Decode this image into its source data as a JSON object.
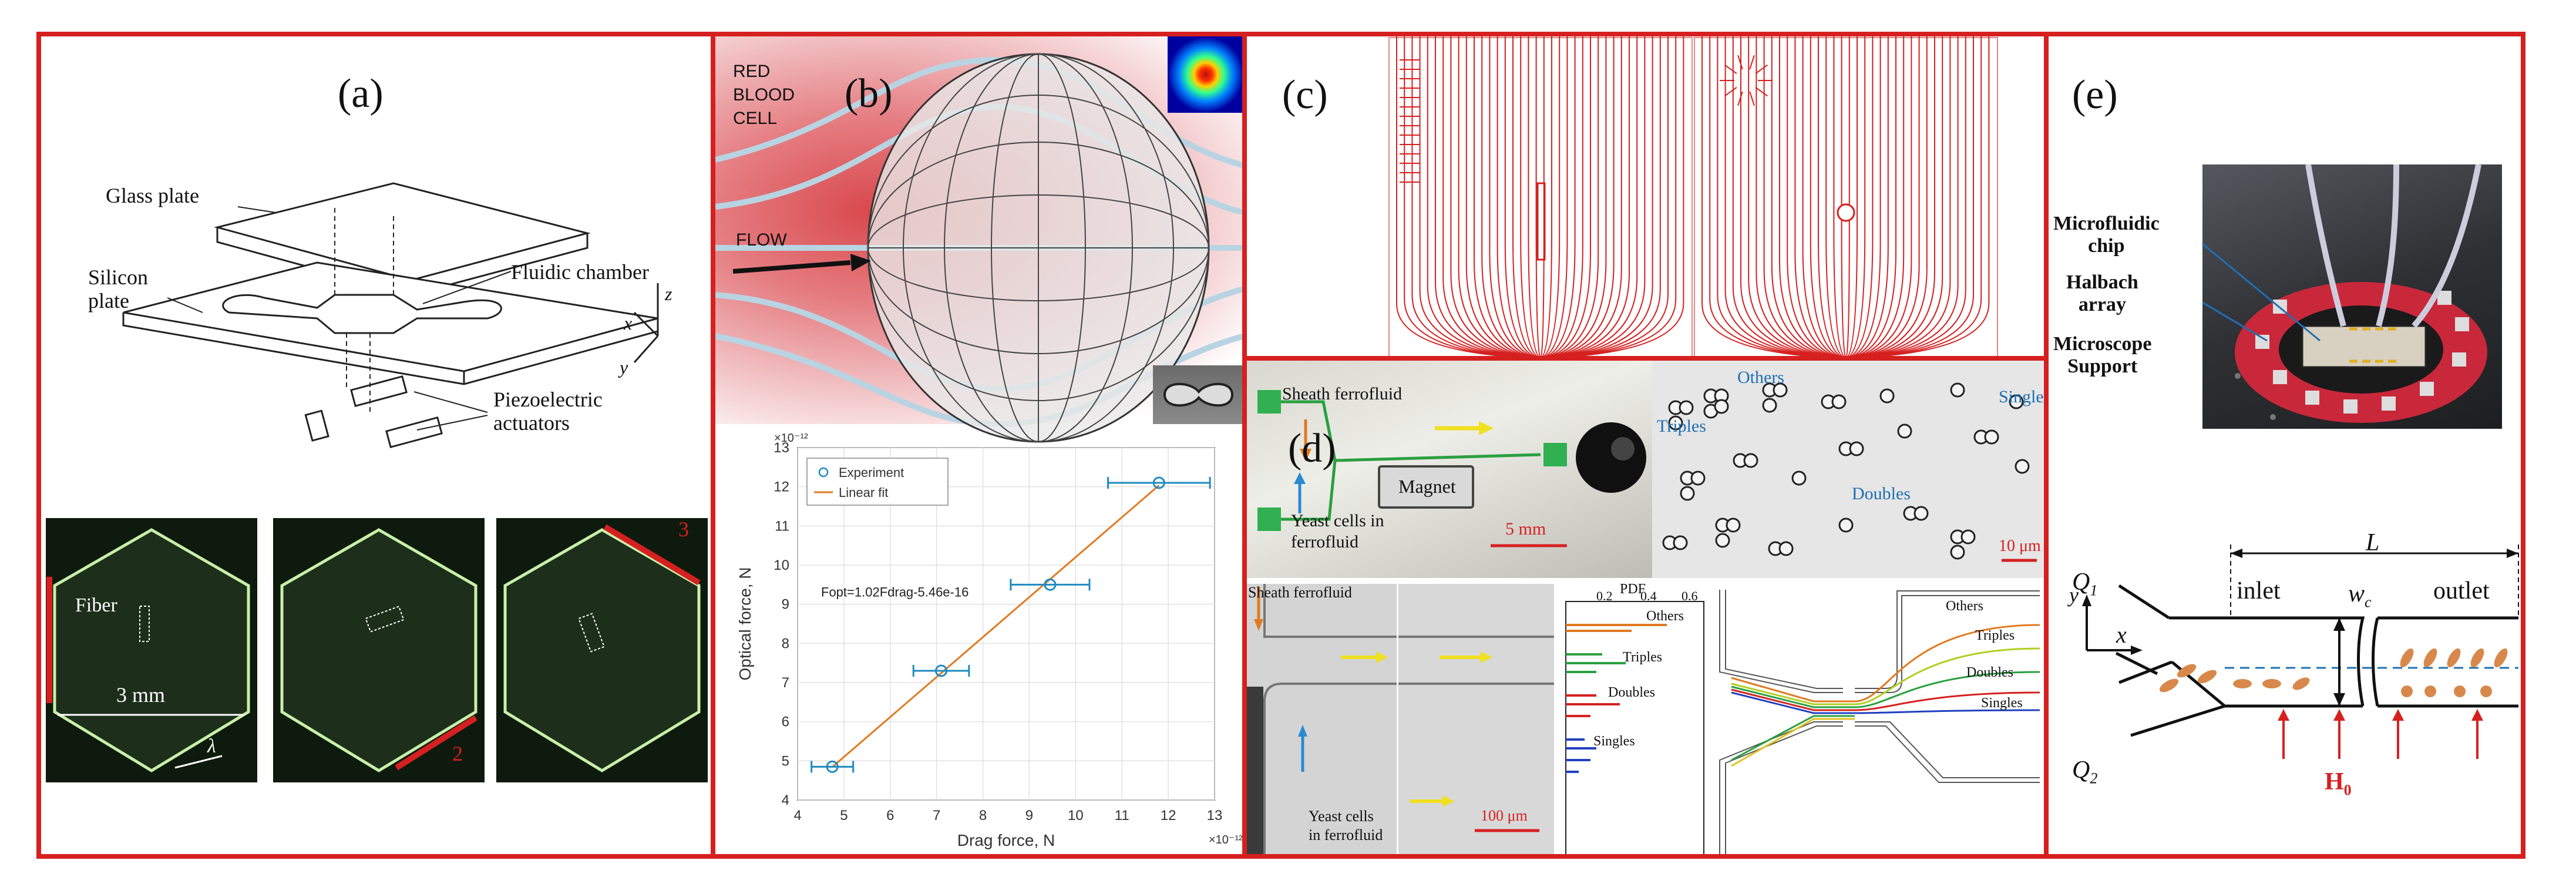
{
  "panels": {
    "a": {
      "label": "(a)",
      "glass_plate": "Glass plate",
      "fluidic_chamber": "Fluidic chamber",
      "silicon_plate": "Silicon\nplate",
      "piezo": "Piezoelectric\nactuators",
      "axis_x": "x",
      "axis_y": "y",
      "axis_z": "z",
      "fiber": "Fiber",
      "scale": "3 mm",
      "lambda": "λ",
      "num2": "2",
      "num3": "3"
    },
    "b": {
      "label": "(b)",
      "rbc": "RED\nBLOOD\nCELL",
      "flow": "FLOW",
      "chart_legend_experiment": "Experiment",
      "chart_legend_fit": "Linear fit",
      "chart_equation": "Fopt=1.02Fdrag-5.46e-16"
    },
    "c": {
      "label": "(c)"
    },
    "d": {
      "label": "(d)",
      "sheath": "Sheath ferrofluid",
      "yeast": "Yeast cells in\nferrofluid",
      "magnet": "Magnet",
      "scale5mm": "5 mm",
      "others": "Others",
      "singles": "Singles",
      "triples": "Triples",
      "doubles": "Doubles",
      "scale10um": "10 μm",
      "sheath2": "Sheath ferrofluid",
      "yeast2": "Yeast cells\nin ferrofluid",
      "scale100um": "100 μm",
      "pdf_title": "PDF",
      "pdf_ticks": [
        "0.2",
        "0.4",
        "0.6"
      ],
      "others2": "Others",
      "triples2": "Triples",
      "doubles2": "Doubles",
      "singles2": "Singles",
      "others3": "Others",
      "triples3": "Triples",
      "doubles3": "Doubles",
      "singles3": "Singles"
    },
    "e": {
      "label": "(e)",
      "chip": "Microfluidic\nchip",
      "halbach": "Halbach\narray",
      "support": "Microscope\nSupport",
      "L": "L",
      "Q1": "Q",
      "Q1sub": "1",
      "Q2": "Q",
      "Q2sub": "2",
      "y": "y",
      "x": "x",
      "inlet": "inlet",
      "wc": "w",
      "wcsub": "c",
      "outlet": "outlet",
      "H0": "H",
      "H0sub": "0"
    }
  },
  "colors": {
    "frame": "#d62020",
    "accent_red": "#d62020",
    "blue": "#1f6fb4"
  },
  "chart_data": {
    "type": "scatter",
    "title": "",
    "xlabel": "Drag force, N",
    "ylabel": "Optical force, N",
    "x_exponent": "×10⁻¹²",
    "y_exponent": "×10⁻¹²",
    "xlim": [
      4,
      13
    ],
    "ylim": [
      4,
      13
    ],
    "x_ticks": [
      4,
      5,
      6,
      7,
      8,
      9,
      10,
      11,
      12,
      13
    ],
    "y_ticks": [
      4,
      5,
      6,
      7,
      8,
      9,
      10,
      11,
      12,
      13
    ],
    "grid": true,
    "legend": "top-left",
    "series": [
      {
        "name": "Experiment",
        "kind": "points",
        "x": [
          4.75,
          7.1,
          9.45,
          11.8
        ],
        "y": [
          4.85,
          7.3,
          9.5,
          12.1
        ],
        "xerr": [
          0.45,
          0.6,
          0.85,
          1.1
        ]
      },
      {
        "name": "Linear fit",
        "kind": "line",
        "slope": 1.02,
        "intercept": -0.000546,
        "x": [
          4.75,
          11.8
        ]
      }
    ]
  }
}
